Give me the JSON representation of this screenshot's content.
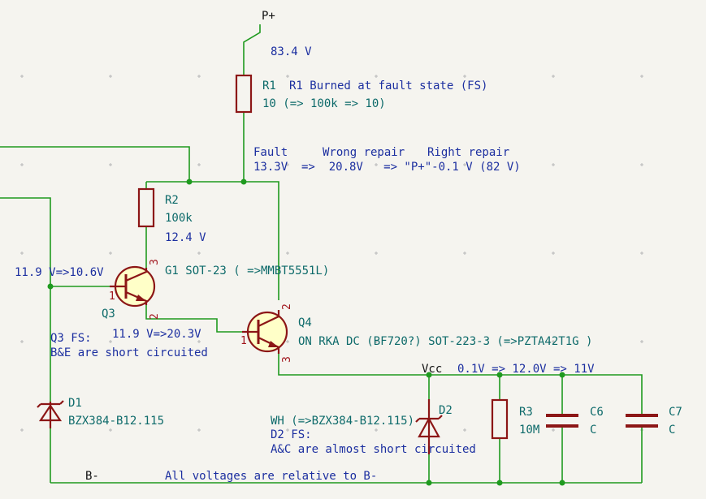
{
  "labels": {
    "pplus": "P+",
    "v_pplus": "83.4 V",
    "r1_ref": "R1",
    "r1_note": "R1 Burned at fault state (FS)",
    "r1_value": "10 (=> 100k => 10)",
    "hdr_fault": "Fault",
    "hdr_wrong": "Wrong repair",
    "hdr_right": "Right repair",
    "v_node_row": "13.3V  =>  20.8V   => \"P+\"-0.1 V (82 V)",
    "r2_ref": "R2",
    "r2_value": "100k",
    "v_r2": "12.4 V",
    "v_base": "11.9 V=>10.6V",
    "q3_type": "G1 SOT-23 ( =>MMBT5551L)",
    "q3_ref": "Q3",
    "v_emit": "11.9 V=>20.3V",
    "q3_fs1": "Q3 FS:",
    "q3_fs2": "B&E are short circuited",
    "q4_ref": "Q4",
    "q4_type": "ON RKA DC (BF720?) SOT-223-3 (=>PZTA42T1G )",
    "vcc": "Vcc",
    "v_vcc": "0.1V => 12.0V => 11V",
    "d1_ref": "D1",
    "d1_value": "BZX384-B12.115",
    "d2_ref": "D2",
    "d2_value": "WH (=>BZX384-B12.115)",
    "d2_fs1": "D2 FS:",
    "d2_fs2": "A&C are almost short circuited",
    "r3_ref": "R3",
    "r3_value": "10M",
    "c6_ref": "C6",
    "c6_value": "C",
    "c7_ref": "C7",
    "c7_value": "C",
    "bminus": "B-",
    "note_relative": "All voltages are relative to B-",
    "pin1_q3": "1",
    "pin2_q3": "2",
    "pin3_q3": "3",
    "pin1_q4": "1",
    "pin2_q4": "2",
    "pin3_q4": "3"
  }
}
